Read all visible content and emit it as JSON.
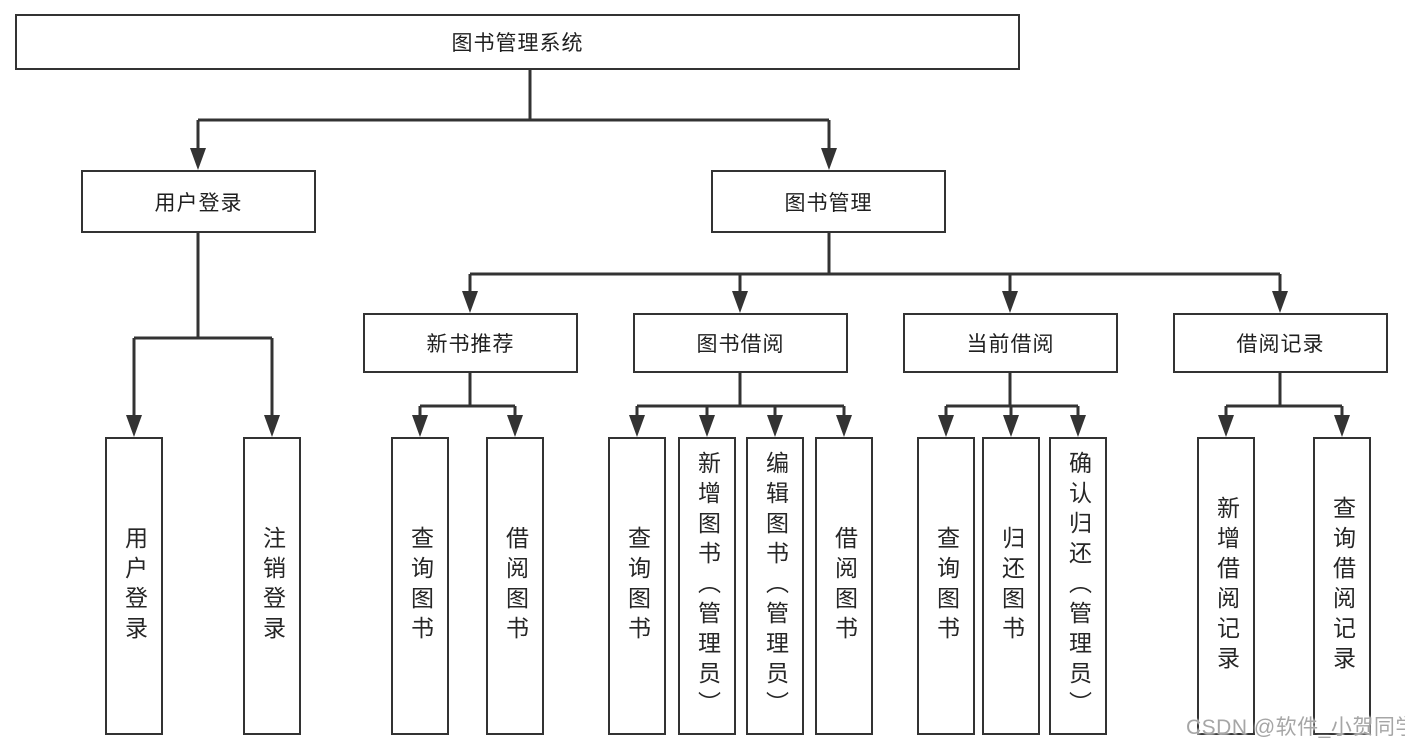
{
  "tree": {
    "root": "图书管理系统",
    "children": [
      {
        "label": "用户登录",
        "children": [
          "用户登录",
          "注销登录"
        ]
      },
      {
        "label": "图书管理",
        "children": [
          {
            "label": "新书推荐",
            "children": [
              "查询图书",
              "借阅图书"
            ]
          },
          {
            "label": "图书借阅",
            "children": [
              "查询图书",
              "新增图书（管理员）",
              "编辑图书（管理员）",
              "借阅图书"
            ]
          },
          {
            "label": "当前借阅",
            "children": [
              "查询图书",
              "归还图书",
              "确认归还（管理员）"
            ]
          },
          {
            "label": "借阅记录",
            "children": [
              "新增借阅记录",
              "查询借阅记录"
            ]
          }
        ]
      }
    ]
  },
  "watermark": {
    "text": "CSDN @软件_小贺同学"
  },
  "colors": {
    "line": "#333333",
    "box_border": "#333333",
    "box_fill": "#ffffff",
    "text": "#1f1f1f",
    "watermark": "#a6a6a6",
    "background": "#ffffff"
  }
}
